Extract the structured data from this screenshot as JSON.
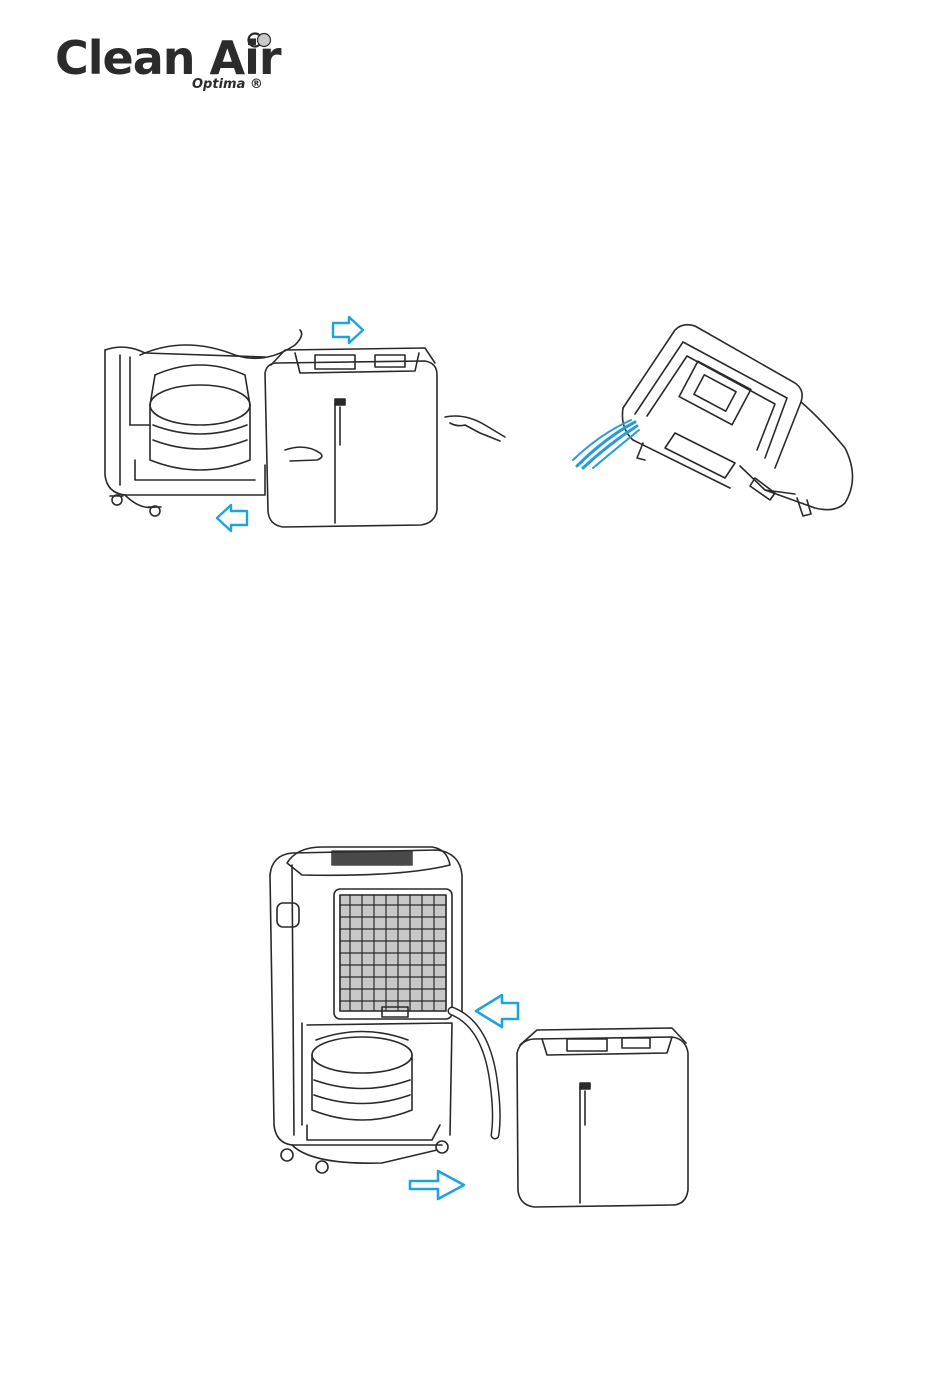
{
  "brand": {
    "name": "Clean Air",
    "subline": "Optima ®"
  },
  "figures": [
    {
      "id": "tank-removal",
      "icon": "dehumidifier-tank-removal-illustration"
    },
    {
      "id": "tank-emptying",
      "icon": "water-tank-emptying-illustration"
    },
    {
      "id": "continuous-drain",
      "icon": "dehumidifier-continuous-drain-illustration"
    }
  ],
  "colors": {
    "line": "#2a2a2a",
    "arrow": "#1fa3e0",
    "water": "#2b9bd8"
  }
}
